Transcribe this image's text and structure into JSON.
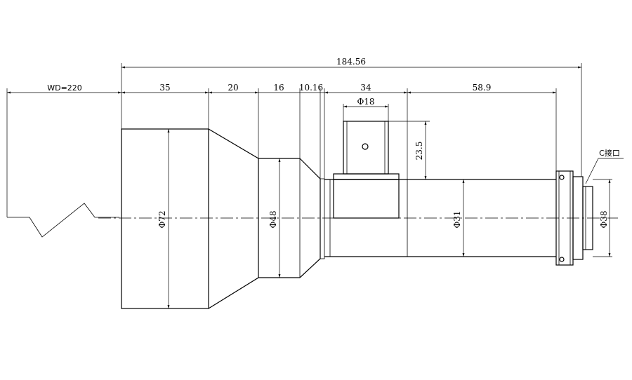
{
  "dimensions": {
    "overall_length": "184.56",
    "working_distance": "WD=220",
    "seg_front": "35",
    "seg_taper": "20",
    "seg_mid": "16",
    "seg_step": "10.16",
    "seg_port": "34",
    "seg_rear": "58.9",
    "port_diameter": "Φ18",
    "port_height": "23.5",
    "dia_front": "Φ72",
    "dia_mid": "Φ48",
    "dia_tube": "Φ31",
    "dia_mount": "Φ38",
    "mount_label": "C接口"
  }
}
